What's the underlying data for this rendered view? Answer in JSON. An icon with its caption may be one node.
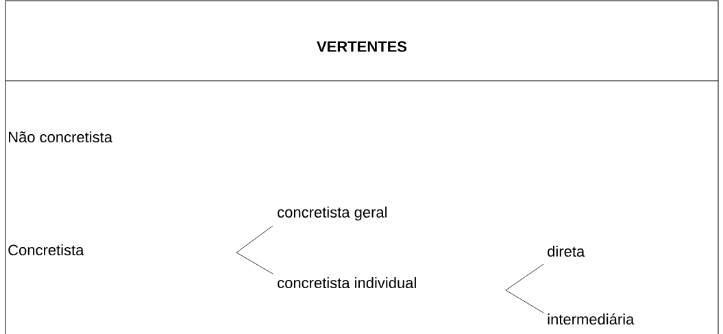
{
  "diagram": {
    "title": "VERTENTES",
    "nodes": [
      {
        "text": [
          "Não concretista"
        ]
      },
      {
        "text": [
          "Concretista"
        ]
      },
      {
        "text": [
          "concretista geral"
        ]
      },
      {
        "text": [
          "concretista individual"
        ]
      },
      {
        "text": [
          "direta"
        ]
      },
      {
        "text": [
          "intermediária"
        ]
      }
    ],
    "edges": [
      {
        "from": null,
        "to": 2,
        "arrow": "none"
      },
      {
        "from": null,
        "to": 3,
        "arrow": "none"
      },
      {
        "from": null,
        "to": 4,
        "arrow": "none"
      },
      {
        "from": null,
        "to": 5,
        "arrow": "none"
      }
    ]
  }
}
